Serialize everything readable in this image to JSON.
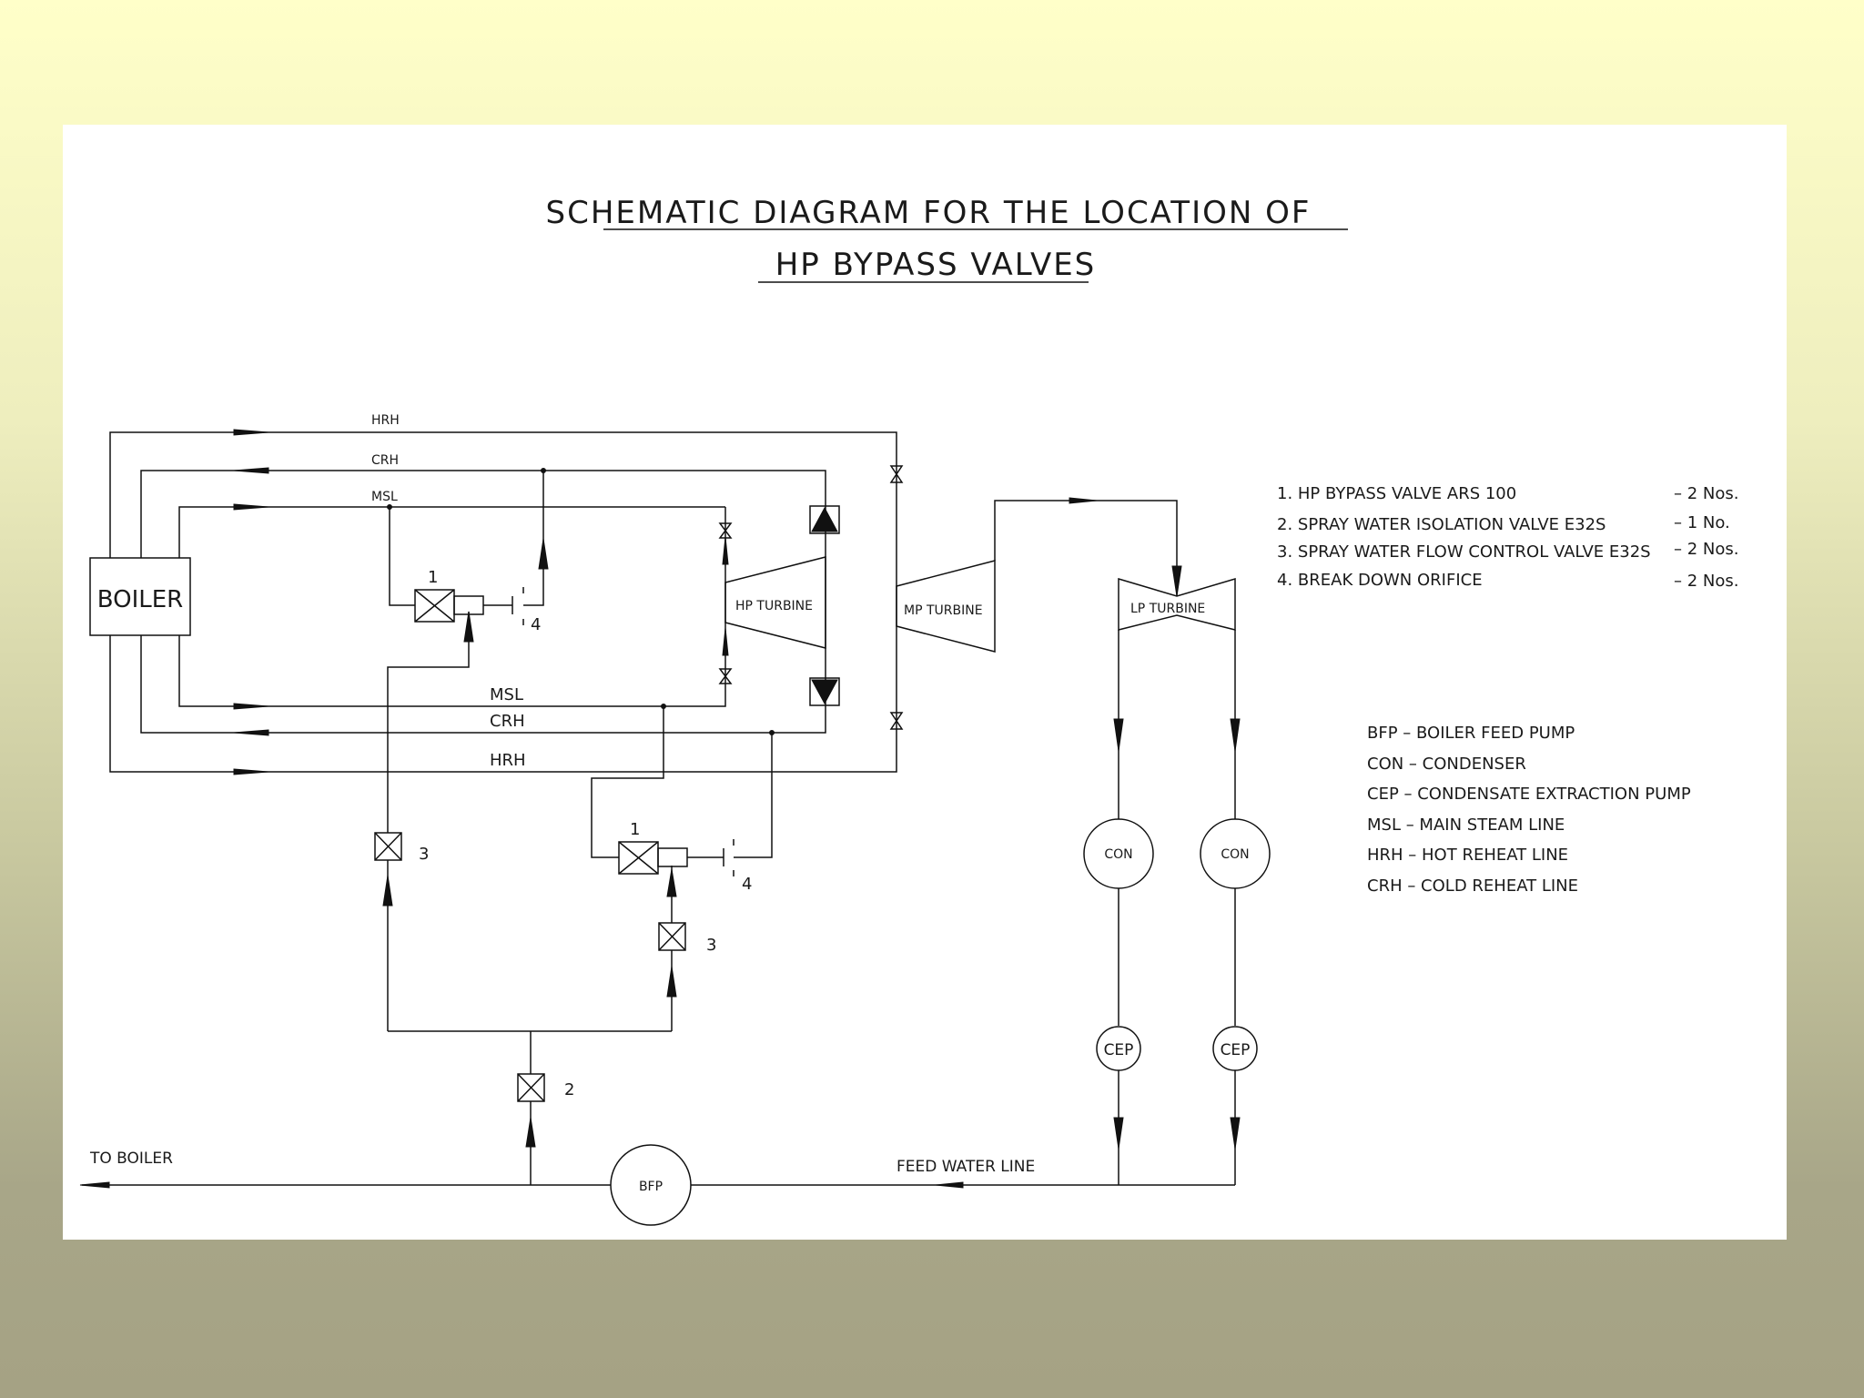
{
  "title": {
    "line1": "SCHEMATIC  DIAGRAM  FOR  THE  LOCATION  OF",
    "line2": "HP  BYPASS  VALVES"
  },
  "components": {
    "boiler": "BOILER",
    "hp_turbine": "HP  TURBINE",
    "mp_turbine": "MP  TURBINE",
    "lp_turbine": "LP  TURBINE",
    "con": "CON",
    "cep": "CEP",
    "bfp": "BFP"
  },
  "lines": {
    "hrh": "HRH",
    "crh": "CRH",
    "msl": "MSL",
    "to_boiler": "TO  BOILER",
    "feed_water_line": "FEED  WATER  LINE"
  },
  "valve_numbers": {
    "v1": "1",
    "v2": "2",
    "v3": "3",
    "v4": "4"
  },
  "parts_list": [
    {
      "item": "1.  HP  BYPASS  VALVE  ARS  100",
      "qty": "–  2  Nos."
    },
    {
      "item": "2.  SPRAY  WATER  ISOLATION  VALVE  E32S",
      "qty": "–  1  No."
    },
    {
      "item": "3.  SPRAY  WATER  FLOW  CONTROL  VALVE  E32S",
      "qty": "–  2  Nos."
    },
    {
      "item": "4.  BREAK  DOWN  ORIFICE",
      "qty": "–  2  Nos."
    }
  ],
  "abbreviations": [
    "BFP  –  BOILER  FEED  PUMP",
    "CON  –  CONDENSER",
    "CEP  –  CONDENSATE  EXTRACTION  PUMP",
    "MSL  –  MAIN  STEAM  LINE",
    "HRH  –  HOT  REHEAT  LINE",
    "CRH  –  COLD  REHEAT  LINE"
  ]
}
